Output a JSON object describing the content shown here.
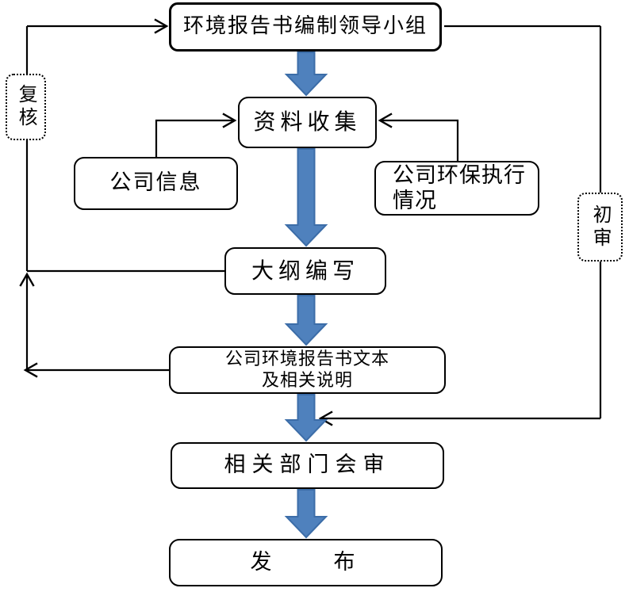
{
  "nodes": {
    "leader_group": "环境报告书编制领导小组",
    "data_collection": "资料收集",
    "company_info": "公司信息",
    "env_exec_line1": "公司环保执行",
    "env_exec_line2": "情况",
    "outline": "大纲编写",
    "report_text_line1": "公司环境报告书文本",
    "report_text_line2": "及相关说明",
    "dept_review": "相关部门会审",
    "publish": "发　　布",
    "recheck": "复核",
    "initial_review": "初审"
  },
  "colors": {
    "arrow_fill": "#4f81bd",
    "arrow_stroke": "#3c6da8",
    "connector_line": "#000000",
    "box_border": "#000000",
    "background": "#ffffff"
  }
}
